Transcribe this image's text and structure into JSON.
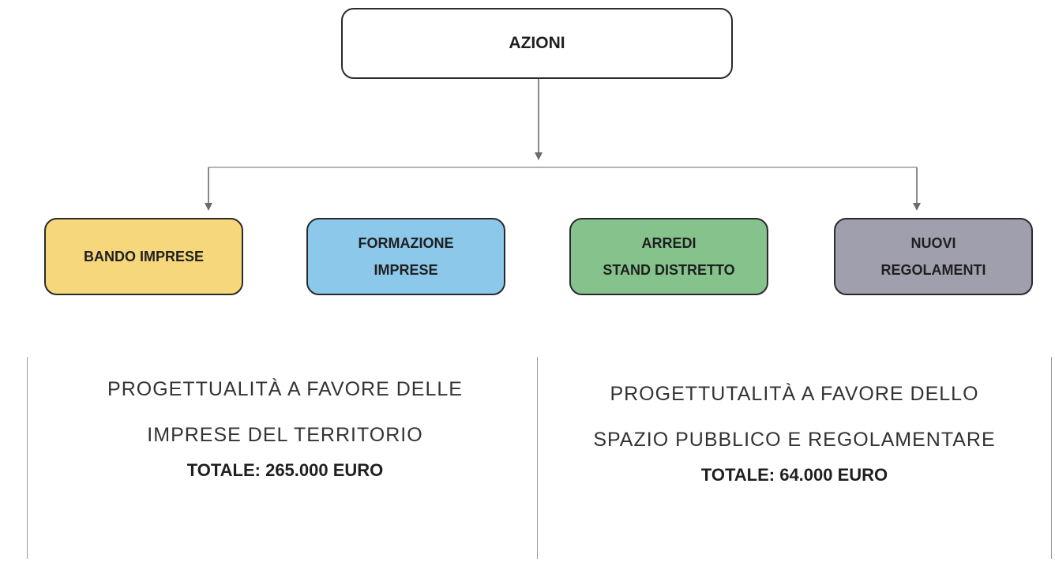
{
  "root": {
    "label": "AZIONI"
  },
  "actions": [
    {
      "label": "BANDO IMPRESE",
      "color": "#F7D77B"
    },
    {
      "label": "FORMAZIONE\nIMPRESE",
      "color": "#8CC8EA"
    },
    {
      "label": "ARREDI\nSTAND DISTRETTO",
      "color": "#86C38C"
    },
    {
      "label": "NUOVI\nREGOLAMENTI",
      "color": "#A09FAD"
    }
  ],
  "summaries": [
    {
      "description": "PROGETTUALITÀ A FAVORE DELLE\nIMPRESE DEL TERRITORIO",
      "total": "TOTALE: 265.000 EURO"
    },
    {
      "description": "PROGETTUTALITÀ A FAVORE DELLO\nSPAZIO PUBBLICO E REGOLAMENTARE",
      "total": "TOTALE: 64.000 EURO"
    }
  ],
  "colors": {
    "connector": "#6b6b73",
    "border": "#2a2a2a"
  }
}
